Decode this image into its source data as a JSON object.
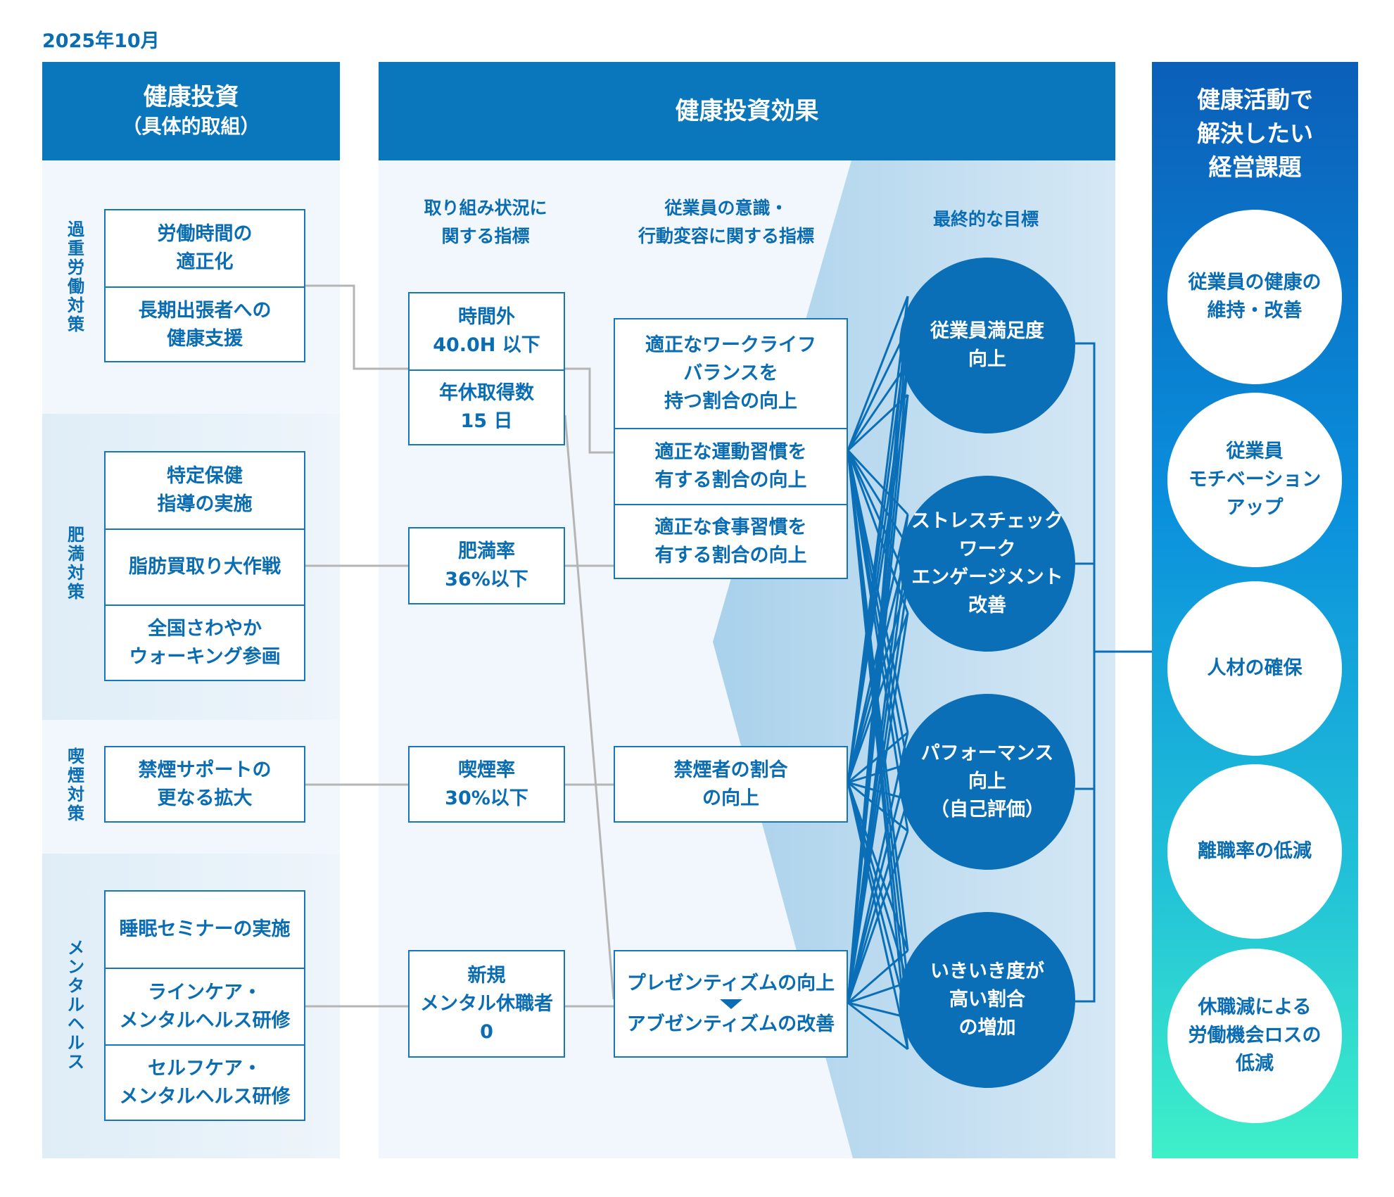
{
  "date": "2025年10月",
  "headers": {
    "left_l1": "健康投資",
    "left_l2": "（具体的取組）",
    "mid": "健康投資効果",
    "right": "健康活動で\n解決したい\n経営課題"
  },
  "categories": [
    "過重労働対策",
    "肥満対策",
    "喫煙対策",
    "メンタルヘルス"
  ],
  "initiatives": [
    "労働時間の\n適正化",
    "長期出張者への\n健康支援",
    "特定保健\n指導の実施",
    "脂肪買取り大作戦",
    "全国さわやか\nウォーキング参画",
    "禁煙サポートの\n更なる拡大",
    "睡眠セミナーの実施",
    "ラインケア・\nメンタルヘルス研修",
    "セルフケア・\nメンタルヘルス研修"
  ],
  "col_headers": {
    "status": "取り組み状況に\n関する指標",
    "awareness": "従業員の意識・\n行動変容に関する指標",
    "goal": "最終的な目標"
  },
  "status_indicators": [
    "時間外\n40.0H 以下",
    "年休取得数\n15 日",
    "肥満率\n36%以下",
    "喫煙率\n30%以下",
    "新規\nメンタル休職者\n0"
  ],
  "awareness_indicators": [
    "適正なワークライフ\nバランスを\n持つ割合の向上",
    "適正な運動習慣を\n有する割合の向上",
    "適正な食事習慣を\n有する割合の向上",
    "禁煙者の割合\nの向上",
    "プレゼンティズムの向上",
    "アブゼンティズムの改善"
  ],
  "goals": [
    "従業員満足度\n向上",
    "ストレスチェック\nワーク\nエンゲージメント\n改善",
    "パフォーマンス\n向上\n（自己評価）",
    "いきいき度が\n高い割合\nの増加"
  ],
  "issues": [
    "従業員の健康の\n維持・改善",
    "従業員\nモチベーション\nアップ",
    "人材の確保",
    "離職率の低減",
    "休職減による\n労働機会ロスの\n低減"
  ],
  "colors": {
    "primary": "#0a77bd",
    "circle": "#0a6fb7",
    "grey_line": "#b5b5b5"
  }
}
